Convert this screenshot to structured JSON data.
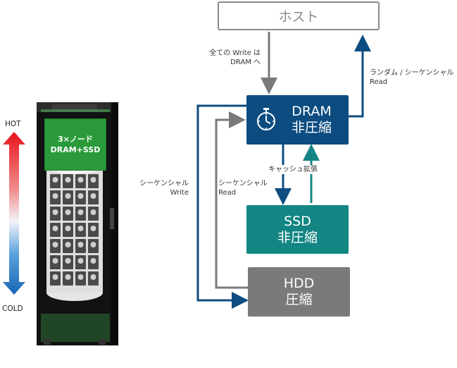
{
  "host": {
    "label": "ホスト"
  },
  "dram": {
    "line1": "DRAM",
    "line2": "非圧縮"
  },
  "ssd": {
    "line1": "SSD",
    "line2": "非圧縮"
  },
  "hdd": {
    "line1": "HDD",
    "line2": "圧縮"
  },
  "rack": {
    "line1": "3×ノード",
    "line2": "DRAM+SSD"
  },
  "temperature": {
    "hot": "HOT",
    "cold": "COLD"
  },
  "edges": {
    "all_write_l1": "全ての Write は",
    "all_write_l2": "DRAM へ",
    "random_l1": "ランダム / シーケンシャル",
    "random_l2": "Read",
    "cache_ext": "キャッシュ拡張",
    "seq_read_l1": "シーケンシャル",
    "seq_read_l2": "Read",
    "seq_write_l1": "シーケンシャル",
    "seq_write_l2": "Write"
  },
  "colors": {
    "navy": "#0c4c80",
    "teal": "#138583",
    "gray": "#7a7a7a",
    "green": "#2a9a3a"
  }
}
